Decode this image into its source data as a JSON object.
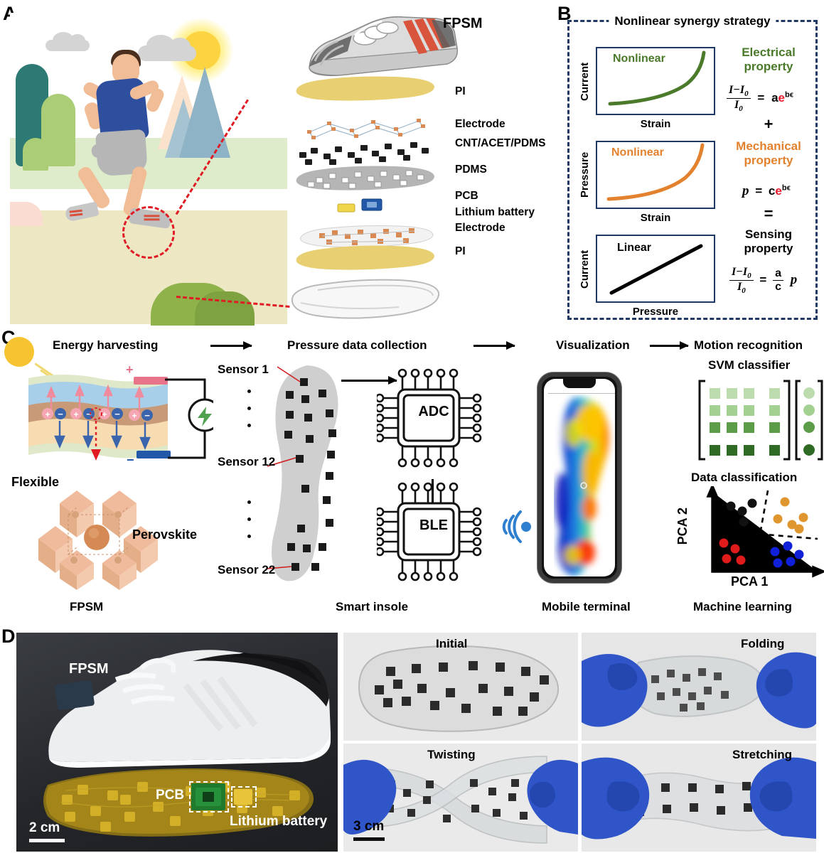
{
  "figure": {
    "panels": [
      "A",
      "B",
      "C",
      "D"
    ]
  },
  "panelA": {
    "letter": "A",
    "device_label": "FPSM",
    "layers": [
      {
        "name": "PI"
      },
      {
        "name": "Electrode"
      },
      {
        "name": "CNT/ACET/PDMS"
      },
      {
        "name": "PDMS"
      },
      {
        "name": "PCB"
      },
      {
        "name": "Lithium battery"
      },
      {
        "name": "Electrode"
      },
      {
        "name": "PI"
      }
    ]
  },
  "panelB": {
    "letter": "B",
    "title": "Nonlinear synergy strategy",
    "charts": [
      {
        "ylabel": "Current",
        "xlabel": "Strain",
        "inlabel": "Nonlinear",
        "color": "#4a7a2a",
        "shape": "exponential"
      },
      {
        "ylabel": "Pressure",
        "xlabel": "Strain",
        "inlabel": "Nonlinear",
        "color": "#e3822e",
        "shape": "exponential"
      },
      {
        "ylabel": "Current",
        "xlabel": "Pressure",
        "inlabel": "Linear",
        "color": "#000000",
        "shape": "linear"
      }
    ],
    "properties": [
      {
        "name": "Electrical property",
        "color": "#4a7a2a",
        "equation": {
          "lhs_num": "I−I",
          "lhs_num_sub": "0",
          "lhs_den": "I",
          "lhs_den_sub": "0",
          "rhs_a": "a",
          "rhs_e": "e",
          "rhs_exp": "bϵ"
        }
      },
      {
        "name": "Mechanical property",
        "color": "#e3822e",
        "equation": {
          "lhs": "p",
          "eq": "=",
          "rhs_c": "c",
          "rhs_e": "e",
          "rhs_exp": "bϵ"
        }
      },
      {
        "name": "Sensing property",
        "color": "#000000",
        "equation": {
          "lhs_num": "I−I",
          "lhs_num_sub": "0",
          "lhs_den": "I",
          "lhs_den_sub": "0",
          "rhs_num": "a",
          "rhs_den": "c",
          "rhs_var": "p"
        }
      }
    ],
    "operators": [
      "+",
      "="
    ],
    "accent_red": "#e8192c",
    "border_color": "#1f3864"
  },
  "panelC": {
    "letter": "C",
    "stages": [
      {
        "title": "Energy harvesting",
        "caption": "FPSM"
      },
      {
        "title": "Pressure data collection",
        "caption": "Smart insole"
      },
      {
        "title": "Visualization",
        "caption": "Mobile terminal"
      },
      {
        "title": "Motion recognition",
        "caption": "Machine learning"
      }
    ],
    "energy": {
      "flexible_label": "Flexible",
      "perovskite_label": "Perovskite",
      "plus_sign": "+",
      "minus_sign": "−"
    },
    "insole": {
      "sensor_labels": [
        "Sensor 1",
        "Sensor 12",
        "Sensor 22"
      ],
      "ellipsis": "·"
    },
    "chips": [
      {
        "label": "ADC"
      },
      {
        "label": "BLE"
      }
    ],
    "ml": {
      "svm_title": "SVM classifier",
      "classification_title": "Data classification",
      "xlabel": "PCA 1",
      "ylabel": "PCA 2",
      "cluster_colors": [
        "#111111",
        "#e0962f",
        "#e01b1b",
        "#1020d8"
      ],
      "svm_greens": [
        "#bcdcae",
        "#a3d191",
        "#5d9d4a",
        "#2f6b24"
      ]
    }
  },
  "chart_data": {
    "type": "scatter",
    "title": "Data classification",
    "xlabel": "PCA 1",
    "ylabel": "PCA 2",
    "grid": false,
    "legend": false,
    "series": [
      {
        "name": "cluster-black",
        "color": "#111111",
        "points": [
          [
            0.22,
            0.8
          ],
          [
            0.3,
            0.74
          ],
          [
            0.36,
            0.82
          ],
          [
            0.29,
            0.64
          ]
        ]
      },
      {
        "name": "cluster-orange",
        "color": "#e0962f",
        "points": [
          [
            0.7,
            0.84
          ],
          [
            0.65,
            0.68
          ],
          [
            0.76,
            0.64
          ],
          [
            0.85,
            0.7
          ],
          [
            0.8,
            0.6
          ]
        ]
      },
      {
        "name": "cluster-red",
        "color": "#e01b1b",
        "points": [
          [
            0.14,
            0.4
          ],
          [
            0.24,
            0.34
          ],
          [
            0.16,
            0.22
          ],
          [
            0.3,
            0.2
          ]
        ]
      },
      {
        "name": "cluster-blue",
        "color": "#1020d8",
        "points": [
          [
            0.62,
            0.36
          ],
          [
            0.74,
            0.4
          ],
          [
            0.6,
            0.2
          ],
          [
            0.72,
            0.22
          ],
          [
            0.8,
            0.3
          ]
        ]
      }
    ],
    "boundaries": [
      {
        "type": "dashed",
        "from": [
          0.48,
          1.0
        ],
        "to": [
          0.4,
          0.02
        ]
      },
      {
        "type": "dashed",
        "from": [
          0.04,
          0.54
        ],
        "to": [
          1.0,
          0.42
        ]
      }
    ],
    "xlim": [
      0,
      1
    ],
    "ylim": [
      0,
      1
    ]
  },
  "panelD": {
    "letter": "D",
    "photos": [
      {
        "caption": "FPSM",
        "annotations": [
          "PCB",
          "Lithium battery"
        ],
        "scale": "2 cm"
      },
      {
        "caption": "Initial"
      },
      {
        "caption": "Folding"
      },
      {
        "caption": "Twisting",
        "scale": "3 cm"
      },
      {
        "caption": "Stretching"
      }
    ]
  }
}
